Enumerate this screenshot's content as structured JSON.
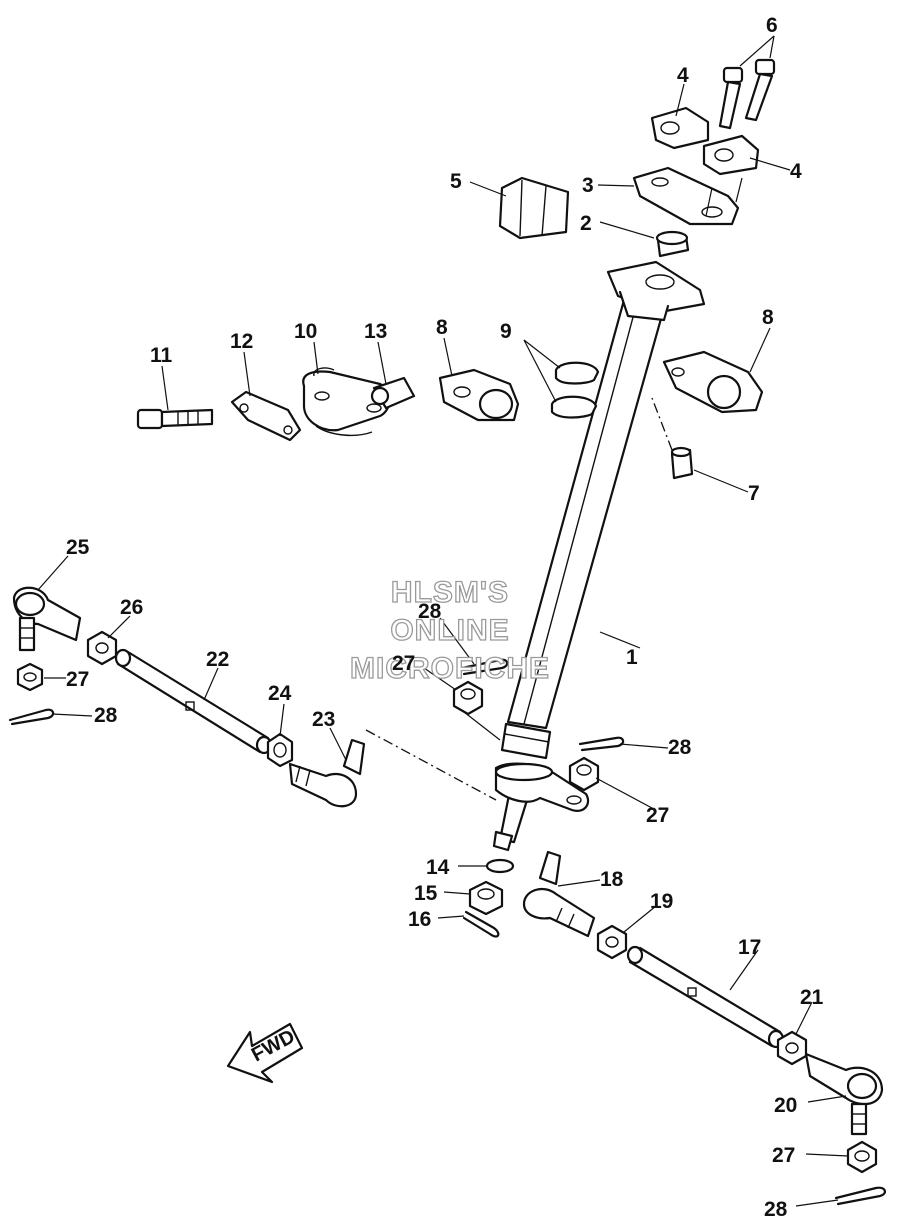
{
  "diagram": {
    "part_numbers": {
      "p1": "1",
      "p2": "2",
      "p3": "3",
      "p4a": "4",
      "p4b": "4",
      "p5": "5",
      "p6": "6",
      "p7": "7",
      "p8a": "8",
      "p8b": "8",
      "p9": "9",
      "p10": "10",
      "p11": "11",
      "p12": "12",
      "p13": "13",
      "p14": "14",
      "p15": "15",
      "p16": "16",
      "p17": "17",
      "p18": "18",
      "p19": "19",
      "p20": "20",
      "p21": "21",
      "p22": "22",
      "p23": "23",
      "p24": "24",
      "p25": "25",
      "p26": "26",
      "p27a": "27",
      "p27b": "27",
      "p27c": "27",
      "p27d": "27",
      "p28a": "28",
      "p28b": "28",
      "p28c": "28",
      "p28d": "28"
    },
    "watermark": {
      "line1": "HLSM'S",
      "line2": "ONLINE",
      "line3": "MICROFICHE"
    },
    "direction_marker": "FWD"
  }
}
